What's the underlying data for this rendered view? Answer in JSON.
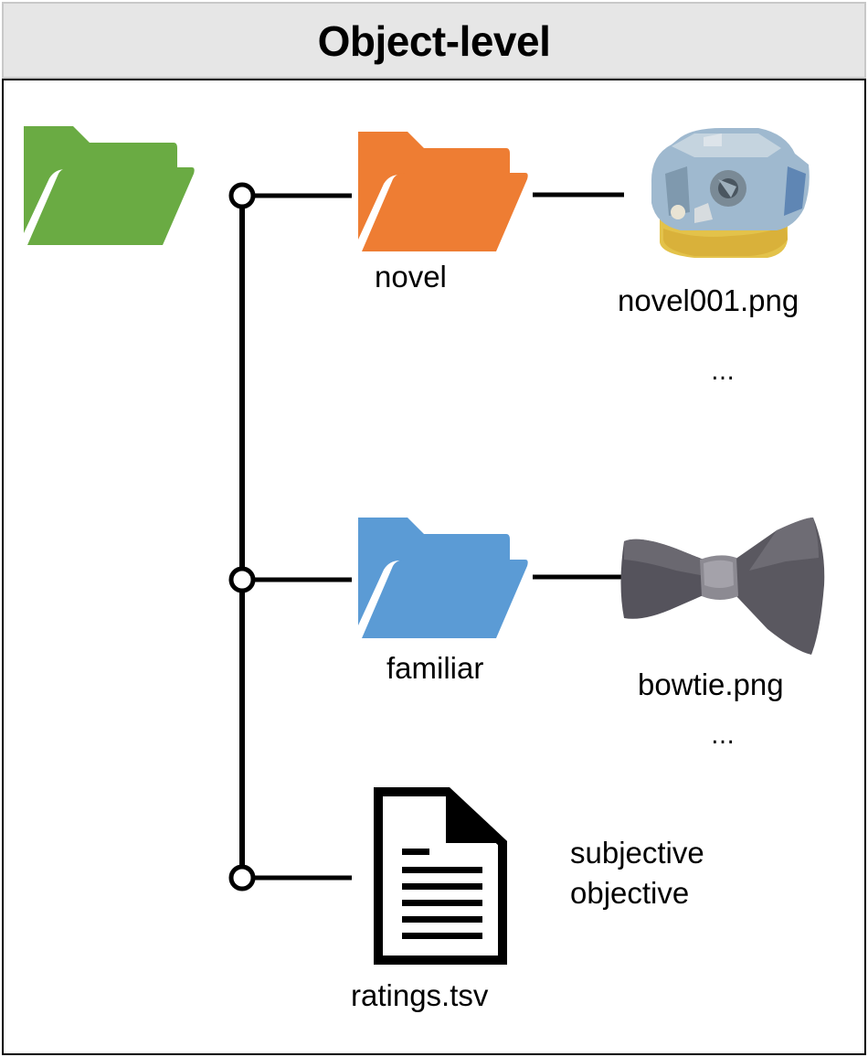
{
  "title": "Object-level",
  "folders": {
    "root": {
      "color": "#6aab43"
    },
    "novel": {
      "label": "novel",
      "color": "#ee7d33"
    },
    "familiar": {
      "label": "familiar",
      "color": "#5b9bd5"
    }
  },
  "files": {
    "novel_image": {
      "label": "novel001.png",
      "icon": "novel-object-thumbnail"
    },
    "familiar_image": {
      "label": "bowtie.png",
      "icon": "bowtie-thumbnail"
    },
    "ratings": {
      "label": "ratings.tsv",
      "icon": "document-icon"
    }
  },
  "ellipsis": "…",
  "ratings_columns": [
    "subjective",
    "objective"
  ]
}
